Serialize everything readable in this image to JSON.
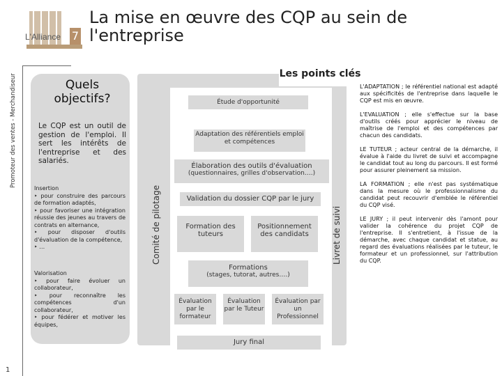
{
  "logo": {
    "text": "L'Alliance",
    "digit": "7"
  },
  "title": "La mise en œuvre des CQP au sein de l'entreprise",
  "side_label": "Promoteur des ventes - Merchandiseur",
  "page_number": "1",
  "objectives": {
    "heading": "Quels objectifs?",
    "intro": "Le CQP est un outil de gestion de l'emploi. Il sert les intérêts de l'entreprise et des salariés.",
    "insertion_title": "Insertion",
    "insertion_items": [
      "pour construire des parcours de formation adaptés,",
      "pour favoriser une intégration réussie des jeunes au travers de contrats en alternance,",
      "pour disposer d'outils d'évaluation de la compétence,",
      "…"
    ],
    "valorisation_title": "Valorisation",
    "valorisation_items": [
      "pour faire évoluer un collaborateur,",
      "pour reconnaître les compétences d'un collaborateur,",
      "pour fédérer et motiver les équipes,"
    ]
  },
  "diagram": {
    "heading": "Les points clés",
    "comite": "Comité de pilotage",
    "livret": "Livret de suivi",
    "steps": {
      "etude": "Étude d'opportunité",
      "adaptation": "Adaptation des référentiels emploi et compétences",
      "elaboration_title": "Élaboration des outils d'évaluation",
      "elaboration_sub": "(questionnaires, grilles d'observation….)",
      "validation": "Validation du dossier CQP par le jury",
      "formation_tuteurs": "Formation des tuteurs",
      "positionnement": "Positionnement des candidats",
      "formations_title": "Formations",
      "formations_sub": "(stages, tutorat, autres….)",
      "eval_formateur": "Évaluation par le formateur",
      "eval_tuteur": "Évaluation par le Tuteur",
      "eval_professionnel": "Évaluation par un Professionnel",
      "jury": "Jury final"
    }
  },
  "right_notes": [
    "L'ADAPTATION ; le référentiel national est adapté aux spécificités de l'entreprise dans laquelle le CQP est mis en œuvre.",
    "L'EVALUATION ; elle s'effectue sur la base d'outils créés pour apprécier le niveau de maîtrise de l'emploi et des compétences par chacun des candidats.",
    "LE TUTEUR ; acteur central de la démarche, il évalue à l'aide du livret de suivi et accompagne le candidat tout au long du parcours. Il est formé pour assurer pleinement sa mission.",
    "LA FORMATION ; elle n'est pas systématique dans la mesure où le professionnalisme du candidat peut recouvrir d'emblée le référentiel du CQP visé.",
    "LE JURY ; il peut intervenir dès l'amont pour valider la cohérence du projet CQP de l'entreprise. Il s'entretient, à l'issue de la démarche, avec chaque candidat et statue, au regard des évaluations réalisées par le tuteur, le formateur et un professionnel, sur l'attribution du CQP."
  ]
}
